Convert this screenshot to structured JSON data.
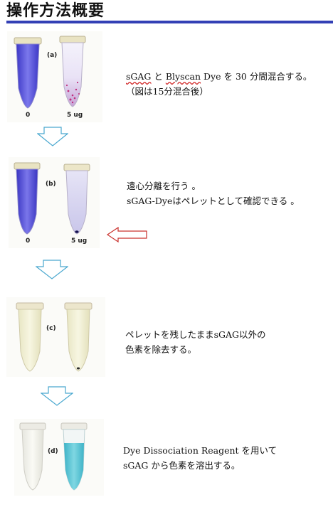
{
  "page": {
    "title": "操作方法概要"
  },
  "steps": [
    {
      "panel_label": "(a)",
      "tube_labels": [
        "0",
        "5 ug"
      ],
      "line1_parts": [
        "sGAG",
        " と ",
        "Blyscan",
        " Dye を 30 分間混合する。"
      ],
      "line2": "（図は15分混合後）"
    },
    {
      "panel_label": "(b)",
      "tube_labels": [
        "0",
        "5 ug"
      ],
      "line1": "遠心分離を行う 。",
      "line2": "sGAG-Dyeはペレットとして確認できる 。"
    },
    {
      "panel_label": "(c)",
      "line1": "ペレットを残したままsGAG以外の",
      "line2": "色素を除去する。"
    },
    {
      "panel_label": "(d)",
      "line1": "Dye Dissociation Reagent を用いて",
      "line2": "sGAG から色素を溶出する。"
    }
  ],
  "colors": {
    "rule": "#3340b5",
    "flow_arrow": "#4aa8cf",
    "pointer_arrow": "#c9302c",
    "dye_blue": "#5a55d8",
    "eluate_cyan": "#5fc6d6"
  },
  "icons": {
    "flow_arrow": "down-arrow-icon",
    "pointer_arrow": "left-arrow-icon"
  }
}
